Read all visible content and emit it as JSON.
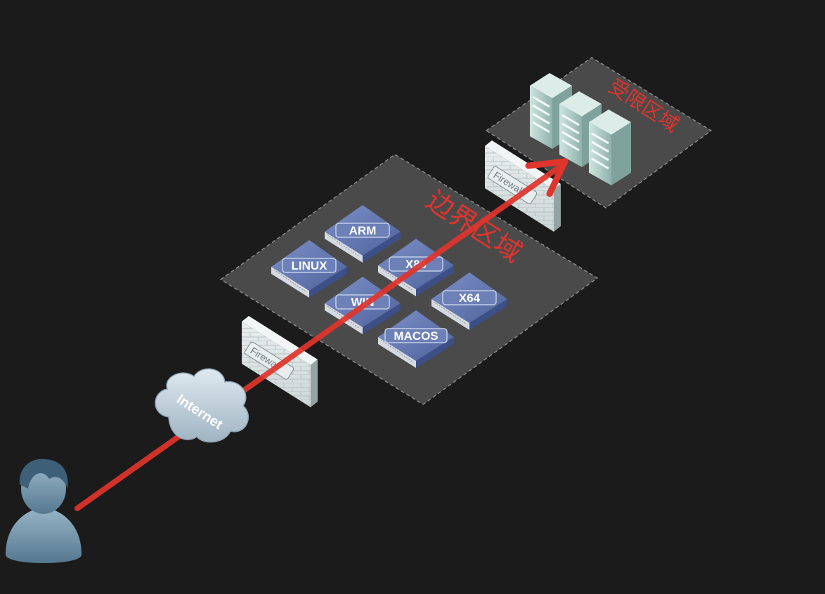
{
  "zones": {
    "border": {
      "label": "边界区域"
    },
    "restricted": {
      "label": "受限区域"
    }
  },
  "devices": [
    {
      "name": "ARM"
    },
    {
      "name": "LINUX"
    },
    {
      "name": "X86"
    },
    {
      "name": "WIN"
    },
    {
      "name": "X64"
    },
    {
      "name": "MACOS"
    }
  ],
  "firewalls": [
    {
      "label": "Firewall"
    },
    {
      "label": "Firewall"
    }
  ],
  "cloud": {
    "label": "Internet"
  },
  "colors": {
    "background": "#1b1b1c",
    "zone_fill": "#4a4a4a",
    "attack_path": "#e0342c",
    "device_blue": "#5a6fa8",
    "server_teal": "#b9d6d0"
  }
}
